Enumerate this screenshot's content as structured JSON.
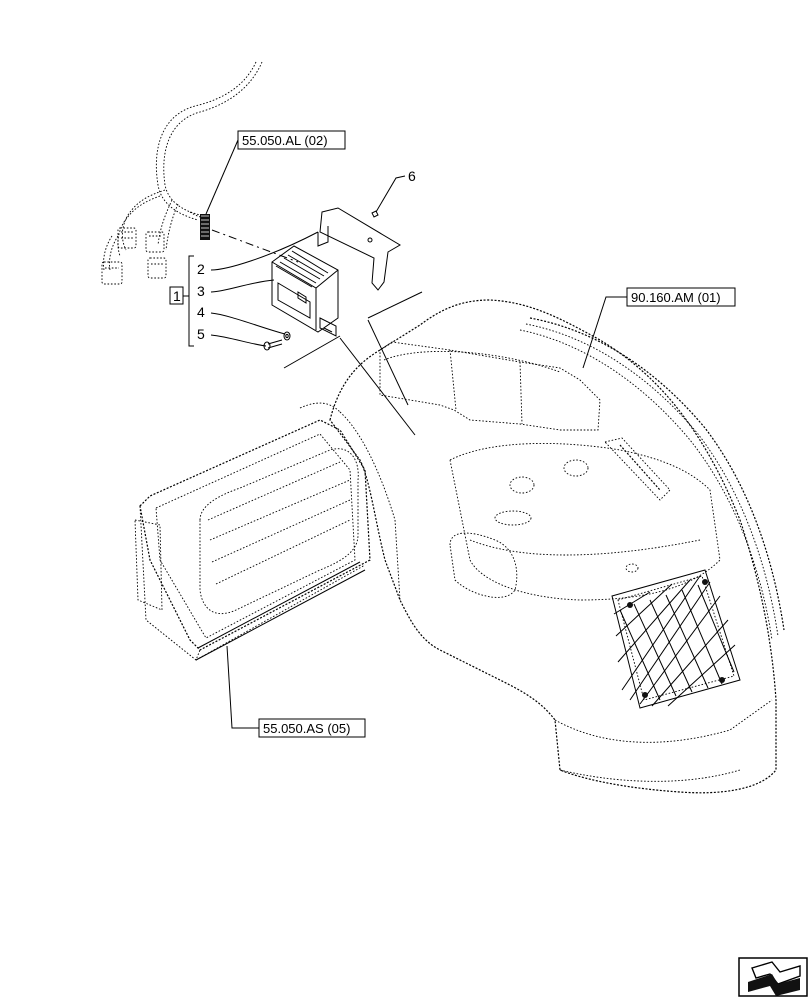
{
  "references": {
    "ref_al": "55.050.AL (02)",
    "ref_am": "90.160.AM (01)",
    "ref_as": "55.050.AS (05)"
  },
  "kit": {
    "kit_number": "1",
    "items": [
      "2",
      "3",
      "4",
      "5"
    ]
  },
  "callouts": {
    "item_6": "6"
  },
  "icons": {
    "nav": "arrow-nav-icon"
  }
}
